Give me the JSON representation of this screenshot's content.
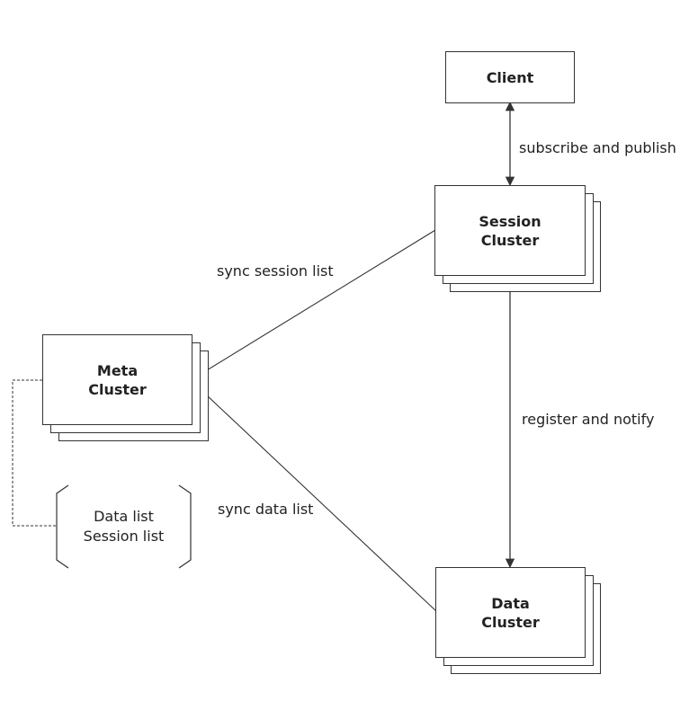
{
  "nodes": {
    "client": {
      "lines": [
        "Client"
      ]
    },
    "session_cluster": {
      "lines": [
        "Session",
        "Cluster"
      ]
    },
    "meta_cluster": {
      "lines": [
        "Meta",
        "Cluster"
      ]
    },
    "data_cluster": {
      "lines": [
        "Data",
        "Cluster"
      ]
    }
  },
  "edges": {
    "client_session": "subscribe and publish",
    "meta_session": "sync session list",
    "session_data": "register and notify",
    "meta_data": "sync data list"
  },
  "note": {
    "lines": [
      "Data list",
      "Session list"
    ]
  },
  "colors": {
    "stroke": "#333333",
    "text": "#222222",
    "background": "#ffffff"
  }
}
